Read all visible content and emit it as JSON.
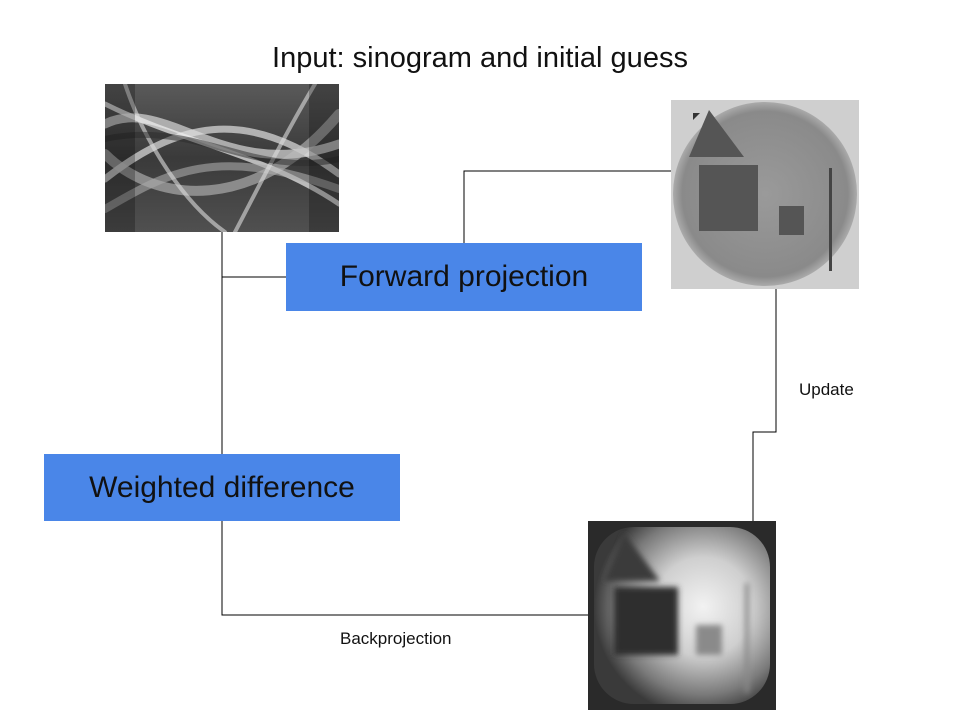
{
  "diagram": {
    "title": "Input: sinogram and initial guess",
    "nodes": {
      "forward_projection": "Forward projection",
      "weighted_difference": "Weighted difference"
    },
    "edge_labels": {
      "update": "Update",
      "backprojection": "Backprojection"
    },
    "images": {
      "sinogram": "sinogram-image",
      "initial_guess": "reconstruction-image",
      "backprojected": "backprojection-image"
    },
    "colors": {
      "process_box": "#4a86e8",
      "connector": "#000000"
    }
  }
}
